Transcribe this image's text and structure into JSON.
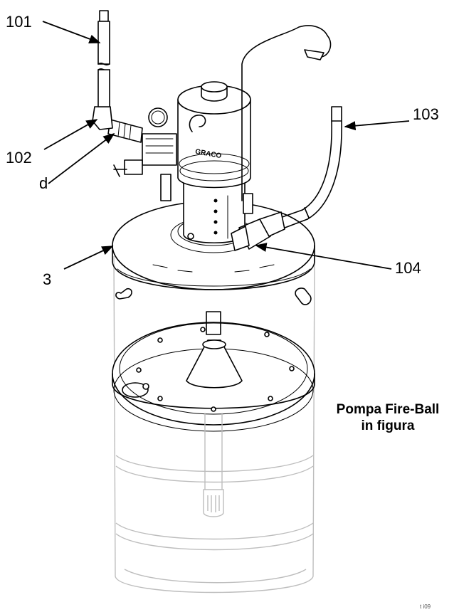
{
  "callouts": {
    "c101": "101",
    "c102": "102",
    "cd": "d",
    "c103": "103",
    "c3": "3",
    "c104": "104"
  },
  "caption": {
    "line1": "Pompa Fire-Ball",
    "line2": "in figura"
  },
  "pump_badge": "GRACO",
  "figure_ref": "t i09"
}
